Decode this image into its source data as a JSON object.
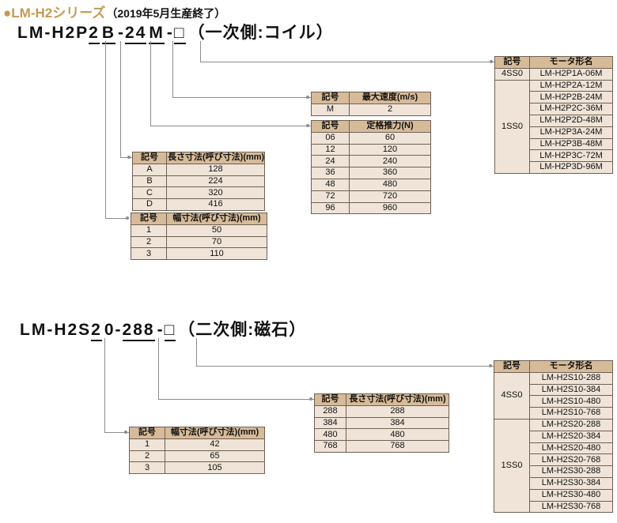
{
  "header": {
    "bullet": "●",
    "series_title": "LM-H2シリーズ",
    "note": "（2019年5月生産終了）"
  },
  "colors": {
    "accent_gold": "#c49a53",
    "table_header_bg": "#d7bb99",
    "table_cell_bg": "#efe4d7",
    "table_border": "#6e6054",
    "connector_line": "#8c8c8c",
    "text": "#111111"
  },
  "primary": {
    "model_segments": [
      {
        "text": "LM-H2P",
        "underline": false
      },
      {
        "text": "2",
        "underline": true
      },
      {
        "text": "B",
        "underline": true
      },
      {
        "text": "-",
        "underline": false
      },
      {
        "text": "24",
        "underline": true
      },
      {
        "text": "M",
        "underline": true
      },
      {
        "text": "-",
        "underline": false
      },
      {
        "text": "□",
        "underline": true
      }
    ],
    "suffix": "（一次側:コイル）",
    "speed_table": {
      "headers": [
        "記号",
        "最大速度(m/s)"
      ],
      "rows": [
        [
          "M",
          "2"
        ]
      ]
    },
    "thrust_table": {
      "headers": [
        "記号",
        "定格推力(N)"
      ],
      "rows": [
        [
          "06",
          "60"
        ],
        [
          "12",
          "120"
        ],
        [
          "24",
          "240"
        ],
        [
          "36",
          "360"
        ],
        [
          "48",
          "480"
        ],
        [
          "72",
          "720"
        ],
        [
          "96",
          "960"
        ]
      ]
    },
    "length_table": {
      "headers": [
        "記号",
        "長さ寸法(呼び寸法)(mm)"
      ],
      "rows": [
        [
          "A",
          "128"
        ],
        [
          "B",
          "224"
        ],
        [
          "C",
          "320"
        ],
        [
          "D",
          "416"
        ]
      ]
    },
    "width_table": {
      "headers": [
        "記号",
        "幅寸法(呼び寸法)(mm)"
      ],
      "rows": [
        [
          "1",
          "50"
        ],
        [
          "2",
          "70"
        ],
        [
          "3",
          "110"
        ]
      ]
    },
    "motor_table": {
      "headers": [
        "記号",
        "モータ形名"
      ],
      "groups": [
        {
          "code": "4SS0",
          "models": [
            "LM-H2P1A-06M"
          ]
        },
        {
          "code": "1SS0",
          "models": [
            "LM-H2P2A-12M",
            "LM-H2P2B-24M",
            "LM-H2P2C-36M",
            "LM-H2P2D-48M",
            "LM-H2P3A-24M",
            "LM-H2P3B-48M",
            "LM-H2P3C-72M",
            "LM-H2P3D-96M"
          ]
        }
      ]
    }
  },
  "secondary": {
    "model_segments": [
      {
        "text": "LM-H2S",
        "underline": false
      },
      {
        "text": "2",
        "underline": true
      },
      {
        "text": "0",
        "underline": false
      },
      {
        "text": "-",
        "underline": false
      },
      {
        "text": "288",
        "underline": true
      },
      {
        "text": "-",
        "underline": false
      },
      {
        "text": "□",
        "underline": true
      }
    ],
    "suffix": "（二次側:磁石）",
    "length_table": {
      "headers": [
        "記号",
        "長さ寸法(呼び寸法)(mm)"
      ],
      "rows": [
        [
          "288",
          "288"
        ],
        [
          "384",
          "384"
        ],
        [
          "480",
          "480"
        ],
        [
          "768",
          "768"
        ]
      ]
    },
    "width_table": {
      "headers": [
        "記号",
        "幅寸法(呼び寸法)(mm)"
      ],
      "rows": [
        [
          "1",
          "42"
        ],
        [
          "2",
          "65"
        ],
        [
          "3",
          "105"
        ]
      ]
    },
    "motor_table": {
      "headers": [
        "記号",
        "モータ形名"
      ],
      "groups": [
        {
          "code": "4SS0",
          "models": [
            "LM-H2S10-288",
            "LM-H2S10-384",
            "LM-H2S10-480",
            "LM-H2S10-768"
          ]
        },
        {
          "code": "1SS0",
          "models": [
            "LM-H2S20-288",
            "LM-H2S20-384",
            "LM-H2S20-480",
            "LM-H2S20-768",
            "LM-H2S30-288",
            "LM-H2S30-384",
            "LM-H2S30-480",
            "LM-H2S30-768"
          ]
        }
      ]
    }
  }
}
